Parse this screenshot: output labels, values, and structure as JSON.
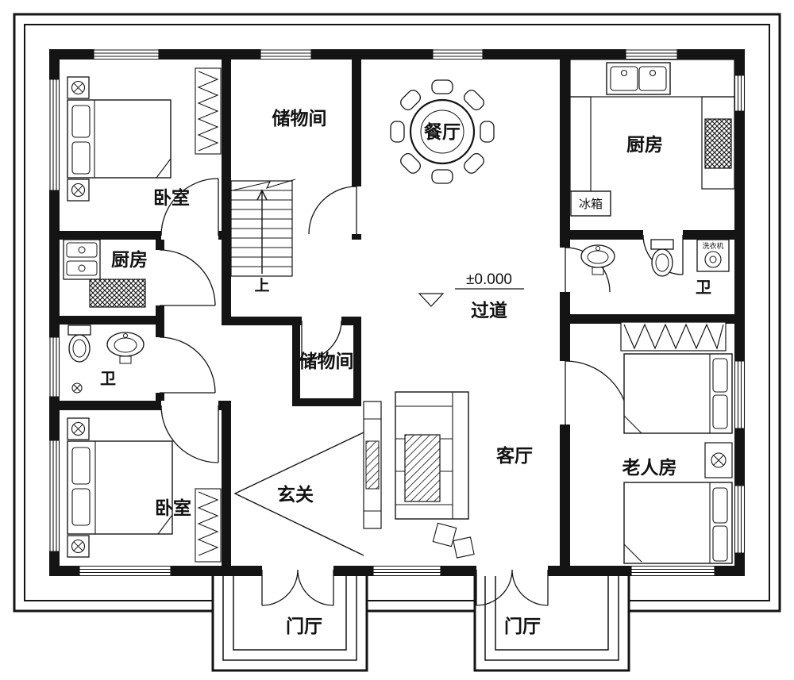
{
  "colors": {
    "ink": "#141414",
    "paper": "#ffffff"
  },
  "rooms": {
    "bedroom_topleft": "卧室",
    "bedroom_bottomleft": "卧室",
    "storage_top": "储物间",
    "storage_middle": "储物间",
    "dining_room": "餐厅",
    "kitchen_main": "厨房",
    "kitchen_small": "厨房",
    "bathroom_left": "卫",
    "bathroom_right": "卫",
    "hallway": "过道",
    "entry_hall": "玄关",
    "living_room": "客厅",
    "elder_room": "老人房",
    "foyer_left": "门厅",
    "foyer_right": "门厅"
  },
  "annotations": {
    "floor_level": "±0.000",
    "stairs_up": "上",
    "fridge": "冰箱",
    "washing_machine": "洗衣机"
  }
}
